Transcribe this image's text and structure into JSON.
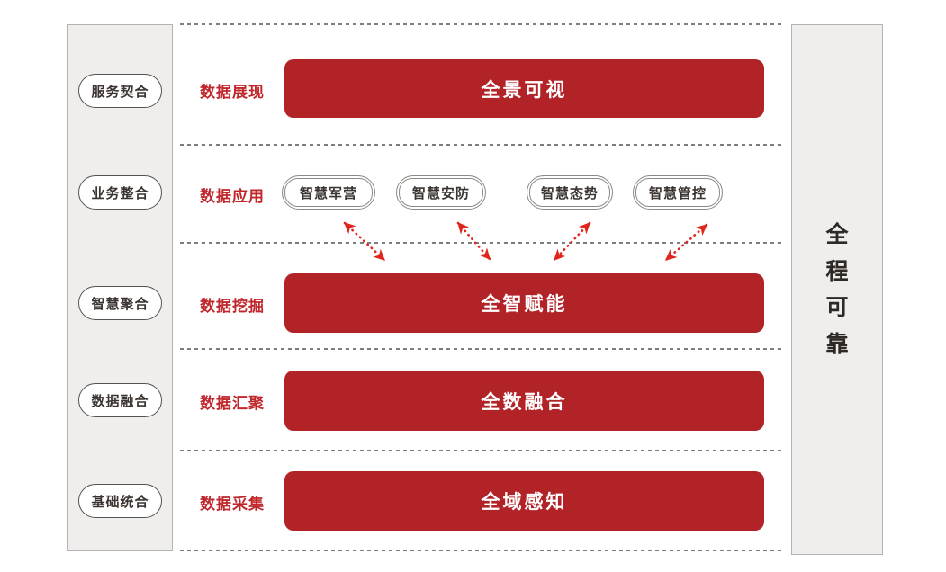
{
  "left_panel": {
    "items": [
      {
        "label": "服务契合"
      },
      {
        "label": "业务整合"
      },
      {
        "label": "智慧聚合"
      },
      {
        "label": "数据融合"
      },
      {
        "label": "基础统合"
      }
    ]
  },
  "right_panel": {
    "label": "全程可靠"
  },
  "layers": [
    {
      "name": "数据展现",
      "content": "全景可视"
    },
    {
      "name": "数据应用",
      "apps": [
        "智慧军营",
        "智慧安防",
        "智慧态势",
        "智慧管控"
      ]
    },
    {
      "name": "数据挖掘",
      "content": "全智赋能"
    },
    {
      "name": "数据汇聚",
      "content": "全数融合"
    },
    {
      "name": "数据采集",
      "content": "全域感知"
    }
  ],
  "colors": {
    "bar_red": "#b22328",
    "layer_label_red": "#c0272c",
    "arrow_red": "#e0251b",
    "panel_fill": "#efeeec",
    "panel_border": "#b4b3b1",
    "side_pill_border": "#56524e",
    "app_pill_border": "#8c8984",
    "text_dark": "#3b3430",
    "separator_gray": "#7d7d7b",
    "bar_text": "#ffffff"
  }
}
